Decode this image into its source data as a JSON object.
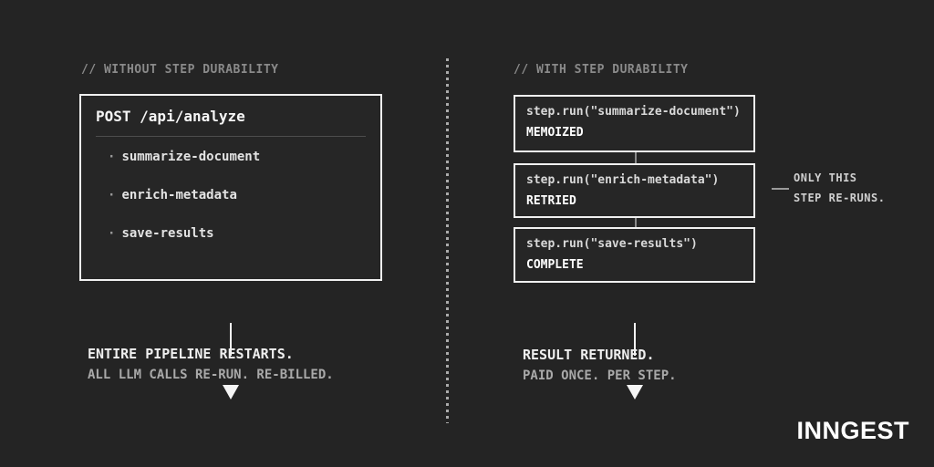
{
  "left": {
    "comment": "// WITHOUT STEP DURABILITY",
    "box": {
      "title": "POST /api/analyze",
      "bullet": "·",
      "items": [
        "summarize-document",
        "enrich-metadata",
        "save-results"
      ]
    },
    "caption_primary": "ENTIRE PIPELINE RESTARTS.",
    "caption_secondary": "ALL LLM CALLS RE-RUN. RE-BILLED."
  },
  "right": {
    "comment": "// WITH STEP DURABILITY",
    "steps": [
      {
        "code": "step.run(\"summarize-document\")",
        "status": "MEMOIZED"
      },
      {
        "code": "step.run(\"enrich-metadata\")",
        "status": "RETRIED"
      },
      {
        "code": "step.run(\"save-results\")",
        "status": "COMPLETE"
      }
    ],
    "annotation": {
      "line1": "ONLY THIS",
      "line2": "STEP RE-RUNS."
    },
    "caption_primary": "RESULT RETURNED.",
    "caption_secondary": "PAID ONCE. PER STEP."
  },
  "footer": {
    "logo": "INNGEST"
  },
  "colors": {
    "background": "#242424",
    "box_border": "#f0f0f0",
    "primary_text": "#efefef",
    "secondary_text": "#a9a9a9",
    "comment_text": "#8a8a8a"
  }
}
